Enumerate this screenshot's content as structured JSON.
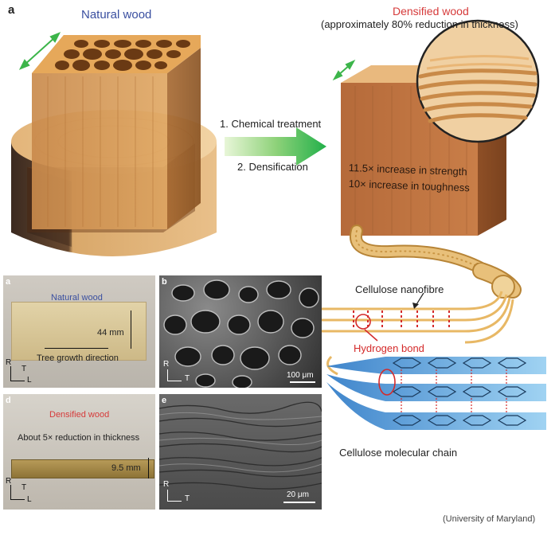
{
  "panel_a": {
    "label": "a",
    "natural_title": "Natural wood",
    "densified_title": "Densified wood",
    "densified_subtitle": "(approximately 80% reduction in thickness)",
    "step1": "1. Chemical treatment",
    "step2": "2. Densification",
    "strength": "11.5× increase in strength",
    "toughness": "10× increase in toughness"
  },
  "molecular": {
    "nanofibre": "Cellulose nanofibre",
    "hbond": "Hydrogen bond",
    "chain": "Cellulose molecular chain"
  },
  "photo_a": {
    "label": "a",
    "title": "Natural wood",
    "dimension": "44 mm",
    "growth": "Tree growth direction",
    "axis_r": "R",
    "axis_t": "T",
    "axis_l": "L"
  },
  "photo_b": {
    "label": "b",
    "scale": "100 μm",
    "axis_r": "R",
    "axis_t": "T"
  },
  "photo_d": {
    "label": "d",
    "title": "Densified wood",
    "note": "About 5× reduction in thickness",
    "dimension": "9.5 mm",
    "axis_r": "R",
    "axis_t": "T",
    "axis_l": "L"
  },
  "photo_e": {
    "label": "e",
    "scale": "20 μm",
    "axis_r": "R",
    "axis_t": "T"
  },
  "credit": "(University of Maryland)",
  "colors": {
    "natural_title": "#3a4fa0",
    "densified_title": "#d63a3a",
    "arrow_green": "#3cb54a",
    "hbond_red": "#d42a2a",
    "chain_blue": "#2f8fd6"
  }
}
